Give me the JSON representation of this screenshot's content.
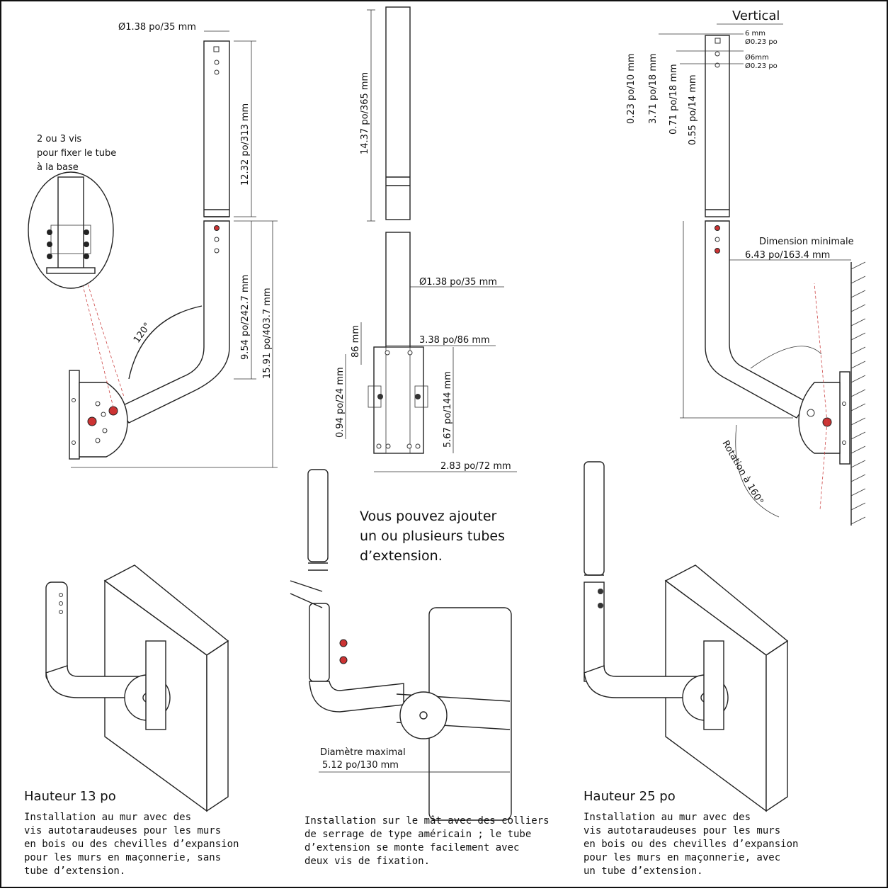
{
  "bracket_13": {
    "diameter": "Ø1.38 po/35 mm",
    "upper_length": "12.32 po/313 mm",
    "lower_length": "9.54 po/242.7 mm",
    "total_height": "15.91 po/403.7 mm",
    "angle": "120°",
    "screw_note": [
      "2 ou 3 vis",
      "pour fixer le tube",
      "à la base"
    ]
  },
  "extension": {
    "length": "14.37 po/365 mm",
    "diameter": "Ø1.38 po/35 mm",
    "plate_width": "3.38 po/86 mm",
    "slot_label": "86 mm",
    "plate_inner": "0.94 po/24 mm",
    "plate_height": "5.67 po/144 mm",
    "plate_base": "2.83 po/72 mm"
  },
  "bracket_25": {
    "vertical_label": "Vertical",
    "hole_6mm": "6 mm",
    "hole_023": "Ø0.23 po",
    "hole_6mm_b": "Ø6mm",
    "hole_023_b": "Ø0.23 po",
    "dim_a": "0.23 po/10 mm",
    "dim_b": "3.71 po/18 mm",
    "dim_c": "0.71 po/18 mm",
    "dim_d": "0.55 po/14 mm",
    "min_dim_label": "Dimension minimale",
    "min_dim_value": "6.43 po/163.4 mm",
    "rotation": "Rotation à 160°"
  },
  "extension_note": [
    "Vous pouvez ajouter",
    "un ou plusieurs tubes",
    "d’extension."
  ],
  "mast": {
    "max_label": "Diamètre maximal",
    "max_value": "5.12 po/130 mm"
  },
  "captions": {
    "left_title": "Hauteur 13 po",
    "left_text": [
      "Installation au mur avec des",
      "vis autotaraudeuses pour les murs",
      "en bois ou des chevilles d’expansion",
      "pour les murs en maçonnerie, sans",
      "tube d’extension."
    ],
    "mid_text": [
      "Installation sur le mât avec des colliers",
      "de serrage de type américain ; le tube",
      "d’extension se monte facilement avec",
      "deux vis de fixation."
    ],
    "right_title": "Hauteur 25 po",
    "right_text": [
      "Installation au mur avec des",
      "vis autotaraudeuses pour les murs",
      "en bois ou des chevilles d’expansion",
      "pour les murs en maçonnerie, avec",
      "un tube d’extension."
    ]
  }
}
